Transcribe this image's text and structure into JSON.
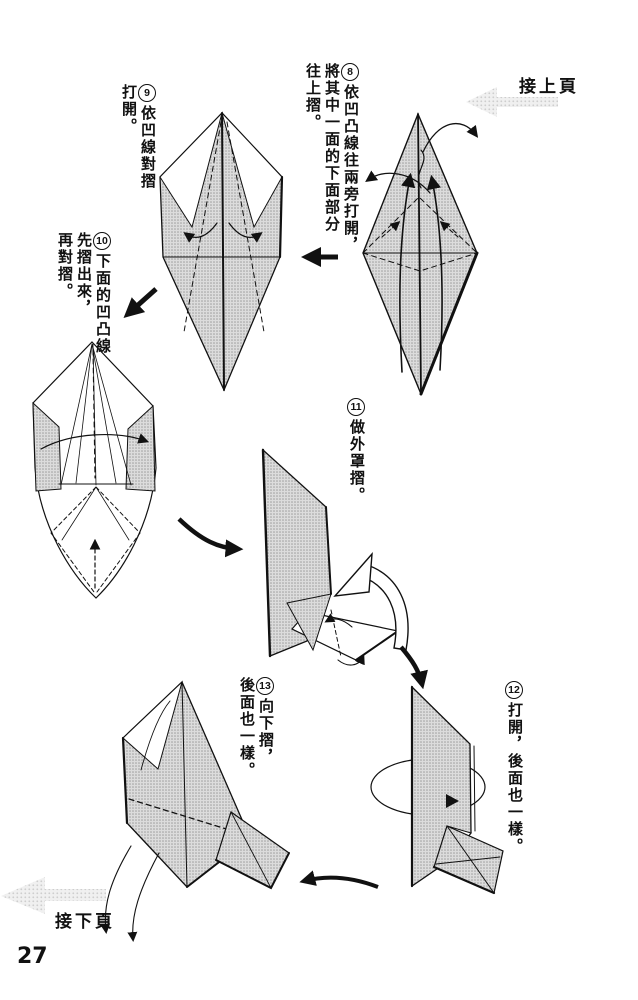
{
  "page": {
    "number": "27",
    "prev_page_label": "接上頁",
    "next_page_label": "接下頁"
  },
  "steps": [
    {
      "number": "8",
      "lines": [
        "依凹凸線往兩旁打開，",
        "將其中一面的下面部分",
        "往上摺。"
      ]
    },
    {
      "number": "9",
      "lines": [
        "依凹線對摺",
        "打開。"
      ]
    },
    {
      "number": "10",
      "lines": [
        "下面的凹凸線",
        "先摺出來，",
        "再對摺。"
      ]
    },
    {
      "number": "11",
      "lines": [
        "做外罩摺。"
      ]
    },
    {
      "number": "12",
      "lines": [
        "打開，後面也一樣。"
      ]
    },
    {
      "number": "13",
      "lines": [
        "向下摺，",
        "後面也一樣。"
      ]
    }
  ],
  "colors": {
    "ink": "#111111",
    "paper": "#ffffff",
    "halftone_base": "#dcdcdc",
    "halftone_dot": "#9e9e9e",
    "nav_arrow_base": "#f0f0f0",
    "nav_arrow_dot": "#cdcdcd"
  }
}
